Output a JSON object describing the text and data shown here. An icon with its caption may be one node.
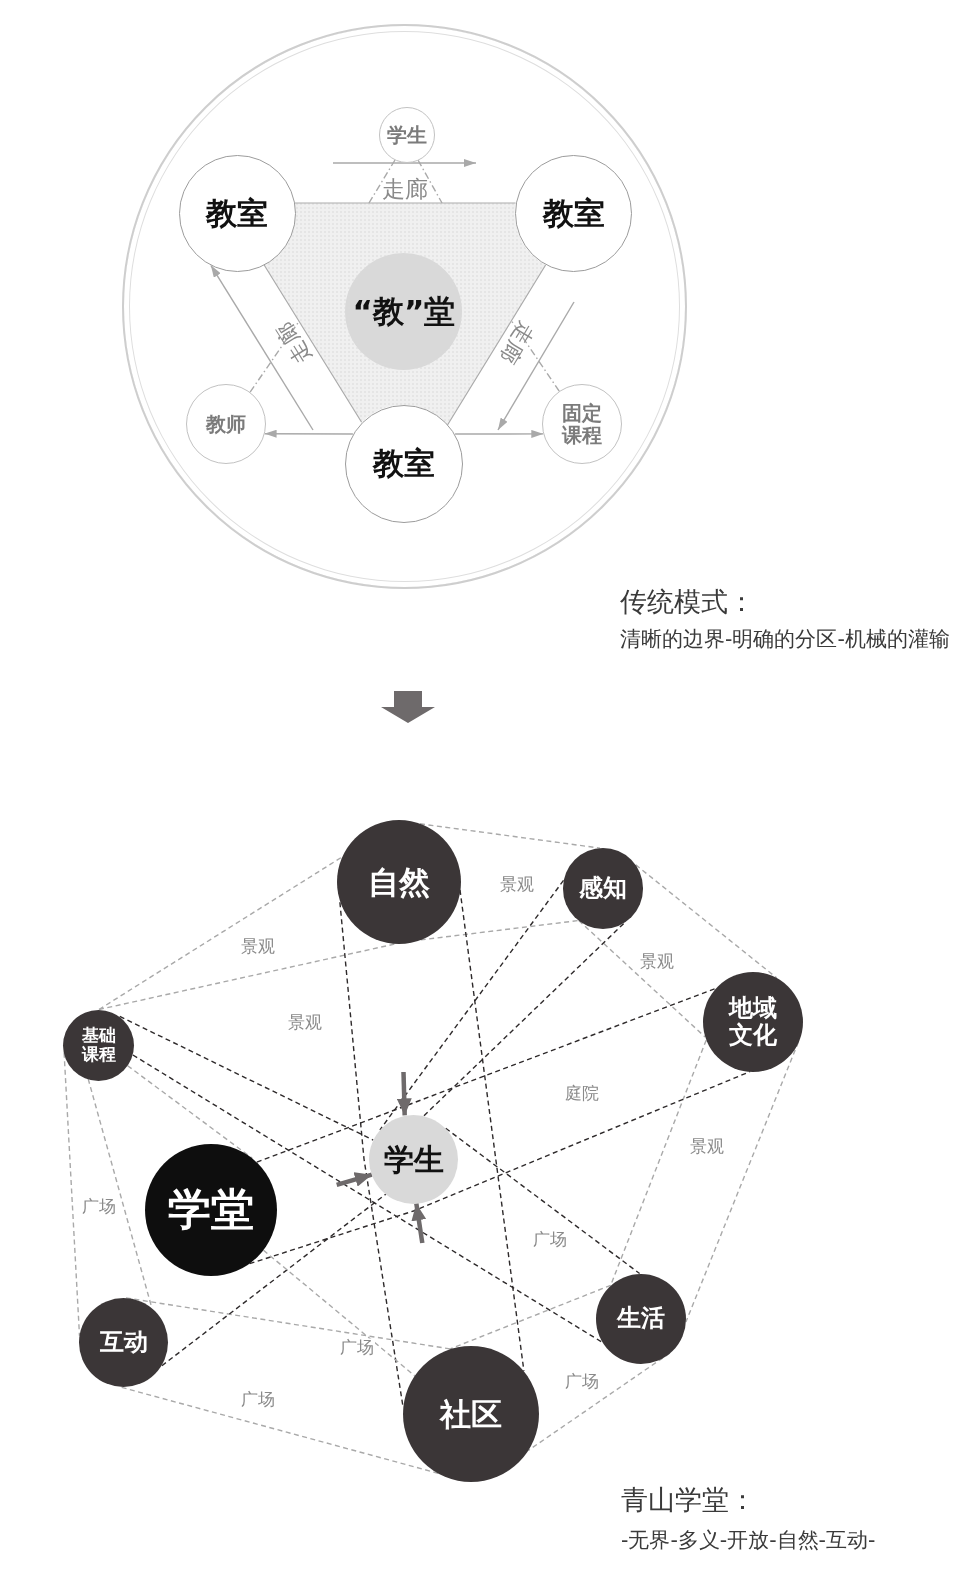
{
  "diagram": {
    "nodes": [
      {
        "text": [],
        "shape": "circle"
      },
      {
        "text": [
          "学生"
        ],
        "in": 0
      },
      {
        "text": [
          "教室"
        ],
        "in": 0
      },
      {
        "text": [
          "教室"
        ],
        "in": 0
      },
      {
        "text": [],
        "shape": "triangle",
        "in": 0
      },
      {
        "text": [
          "“教”堂"
        ],
        "in": 4
      },
      {
        "text": [
          "教师"
        ],
        "in": 0
      },
      {
        "text": [
          "教室"
        ],
        "in": 0
      },
      {
        "text": [
          "固定课程"
        ],
        "in": 0
      },
      {
        "text": [
          "自然"
        ]
      },
      {
        "text": [
          "感知"
        ]
      },
      {
        "text": [
          "地域文化"
        ]
      },
      {
        "text": [
          "基础课程"
        ]
      },
      {
        "text": [
          "学生"
        ]
      },
      {
        "text": [
          "学堂"
        ]
      },
      {
        "text": [
          "生活"
        ]
      },
      {
        "text": [
          "互动"
        ]
      },
      {
        "text": [
          "社区"
        ]
      }
    ],
    "edges": [
      {
        "from": 7,
        "to": 6,
        "arrow": "to"
      },
      {
        "from": 7,
        "to": 8,
        "arrow": "to"
      },
      {
        "from": 1,
        "to": 4,
        "arrow": "none",
        "style": "dashed"
      },
      {
        "from": 1,
        "to": 4,
        "arrow": "none",
        "style": "dashed"
      },
      {
        "from": 6,
        "to": 4,
        "arrow": "none",
        "style": "dashed"
      },
      {
        "from": 8,
        "to": 4,
        "arrow": "none",
        "style": "dashed"
      },
      {
        "from": null,
        "to": 2,
        "arrow": "to"
      },
      {
        "from": 9,
        "to": 10,
        "arrow": "none",
        "style": "dashed"
      },
      {
        "from": 9,
        "to": 10,
        "arrow": "none",
        "style": "dashed"
      },
      {
        "from": 10,
        "to": 11,
        "arrow": "none",
        "style": "dashed"
      },
      {
        "from": 10,
        "to": 11,
        "arrow": "none",
        "style": "dashed"
      },
      {
        "from": 11,
        "to": 15,
        "arrow": "none",
        "style": "dashed"
      },
      {
        "from": 11,
        "to": 15,
        "arrow": "none",
        "style": "dashed"
      },
      {
        "from": 15,
        "to": 17,
        "arrow": "none",
        "style": "dashed"
      },
      {
        "from": 15,
        "to": 17,
        "arrow": "none",
        "style": "dashed"
      },
      {
        "from": 17,
        "to": 16,
        "arrow": "none",
        "style": "dashed"
      },
      {
        "from": 16,
        "to": 17,
        "arrow": "none",
        "style": "dashed"
      },
      {
        "from": 12,
        "to": 16,
        "arrow": "none",
        "style": "dashed"
      },
      {
        "from": 12,
        "to": 16,
        "arrow": "none",
        "style": "dashed"
      },
      {
        "from": 12,
        "to": 9,
        "arrow": "none",
        "style": "dashed"
      },
      {
        "from": 12,
        "to": 9,
        "arrow": "none",
        "style": "dashed"
      },
      {
        "from": 9,
        "to": 17,
        "arrow": "none",
        "style": "dashed",
        "color": "#2e2a2b"
      },
      {
        "from": 9,
        "to": 17,
        "arrow": "none",
        "style": "dashed",
        "color": "#2e2a2b"
      },
      {
        "from": 12,
        "to": 13,
        "arrow": "none",
        "style": "dashed",
        "color": "#2e2a2b"
      },
      {
        "from": 13,
        "to": 15,
        "arrow": "none",
        "style": "dashed",
        "color": "#2e2a2b"
      },
      {
        "from": 12,
        "to": 15,
        "arrow": "none",
        "style": "dashed",
        "color": "#2e2a2b"
      },
      {
        "from": 14,
        "to": 11,
        "arrow": "none",
        "style": "dashed",
        "color": "#2e2a2b"
      },
      {
        "from": 14,
        "to": 11,
        "arrow": "none",
        "style": "dashed",
        "color": "#2e2a2b"
      },
      {
        "from": 16,
        "to": 13,
        "arrow": "none",
        "style": "dashed",
        "color": "#2e2a2b"
      },
      {
        "from": 13,
        "to": 10,
        "arrow": "none",
        "style": "dashed",
        "color": "#2e2a2b"
      },
      {
        "from": 10,
        "to": 13,
        "arrow": "none",
        "style": "dashed",
        "color": "#2e2a2b"
      },
      {
        "from": null,
        "to": 13,
        "arrow": "to",
        "style": "thick",
        "color": "#6e6a6b"
      },
      {
        "from": null,
        "to": 13,
        "arrow": "to",
        "style": "thick",
        "color": "#6e6a6b"
      },
      {
        "from": null,
        "to": 13,
        "arrow": "to",
        "style": "thick",
        "color": "#6e6a6b"
      },
      {
        "from": 12,
        "to": 14,
        "arrow": "none",
        "style": "dashed"
      },
      {
        "from": 14,
        "to": 17,
        "arrow": "none",
        "style": "dashed"
      }
    ],
    "labels": [
      "走廊",
      "走廊",
      "走廊",
      "传统模式：",
      "清晰的边界-明确的分区-机械的灌输",
      "景观",
      "景观",
      "景观",
      "景观",
      "庭院",
      "景观",
      "广场",
      "广场",
      "广场",
      "广场",
      "广场",
      "青山学堂：",
      "-无界-多义-开放-自然-互动-"
    ]
  }
}
